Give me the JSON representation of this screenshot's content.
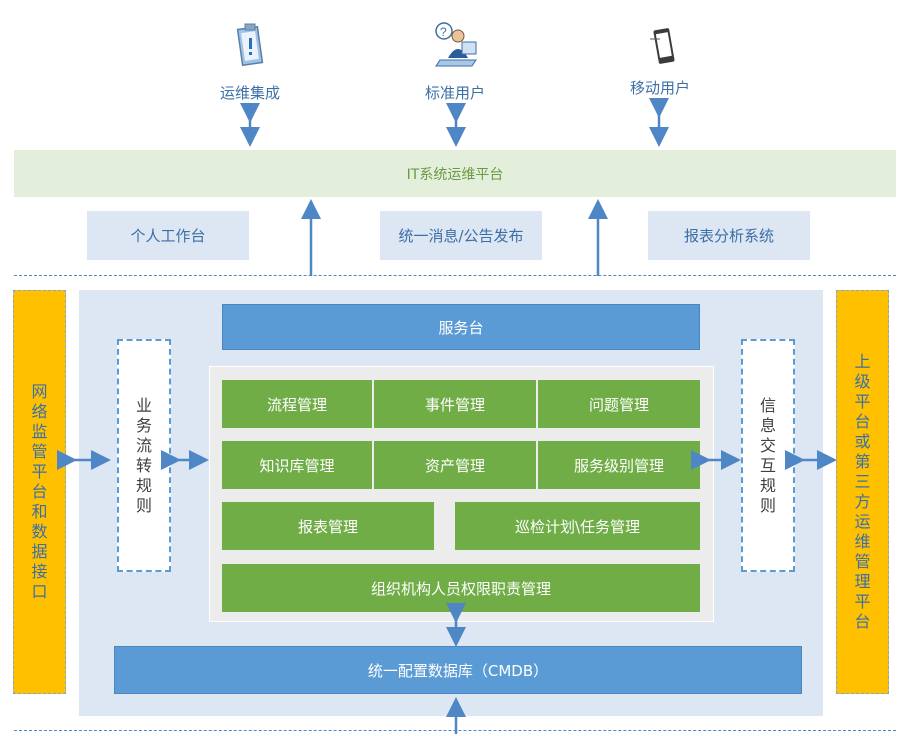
{
  "users": [
    {
      "label": "运维集成",
      "icon": "clipboard-alert-icon"
    },
    {
      "label": "标准用户",
      "icon": "user-at-computer-icon"
    },
    {
      "label": "移动用户",
      "icon": "mobile-device-icon"
    }
  ],
  "platform": {
    "title": "IT系统运维平台"
  },
  "subsystems": [
    "个人工作台",
    "统一消息/公告发布",
    "报表分析系统"
  ],
  "service_desk": "服务台",
  "modules": {
    "row1": [
      "流程管理",
      "事件管理",
      "问题管理"
    ],
    "row2": [
      "知识库管理",
      "资产管理",
      "服务级别管理"
    ],
    "row3": [
      "报表管理",
      "巡检计划\\任务管理"
    ],
    "row4": [
      "组织机构人员权限职责管理"
    ]
  },
  "cmdb": "统一配置数据库（CMDB）",
  "left_side": "网络监管平台和数据接口",
  "left_rule": "业务流转规则",
  "right_rule": "信息交互规则",
  "right_side": "上级平台或第三方运维管理平台",
  "colors": {
    "blue": "#5b9bd5",
    "green": "#70ad47",
    "orange": "#ffc000",
    "panel": "#dde6f3",
    "platform": "#e3eedb"
  }
}
